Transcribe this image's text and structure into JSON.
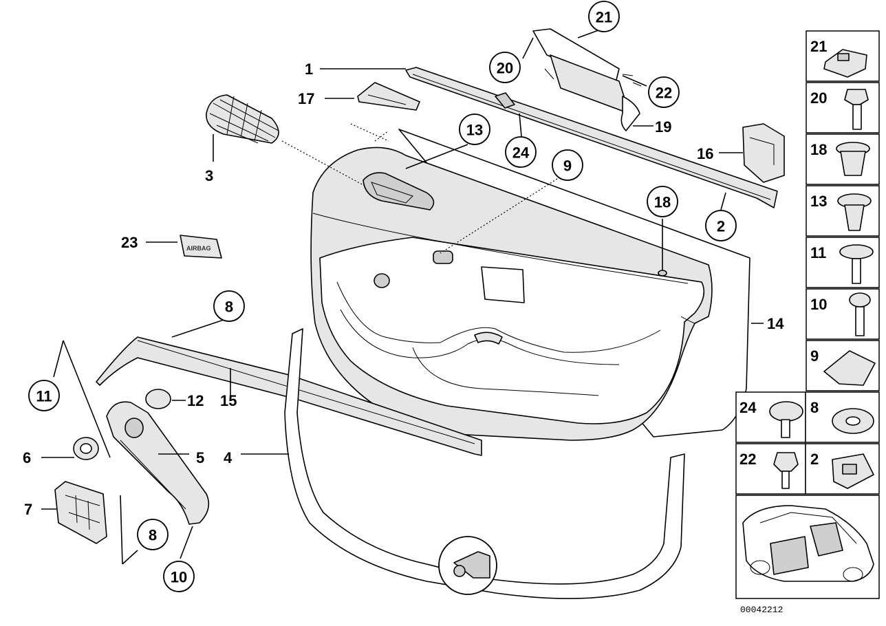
{
  "diagram_code": "00042212",
  "airbag_badge_text": "AIRBAG",
  "callouts_circled": [
    "21",
    "20",
    "22",
    "13",
    "24",
    "9",
    "18",
    "2",
    "8",
    "11",
    "8",
    "10"
  ],
  "callouts_plain": [
    "1",
    "17",
    "3",
    "19",
    "16",
    "23",
    "12",
    "15",
    "6",
    "5",
    "4",
    "7",
    "14"
  ],
  "legend": {
    "rows": [
      {
        "label": "21"
      },
      {
        "label": "20"
      },
      {
        "label": "18"
      },
      {
        "label": "13"
      },
      {
        "label": "11"
      },
      {
        "label": "10"
      },
      {
        "label": "9"
      }
    ],
    "pairs": [
      {
        "left": "24",
        "right": "8"
      },
      {
        "left": "22",
        "right": "2"
      }
    ]
  },
  "colors": {
    "line": "#000000",
    "fill_light": "#e6e6e6",
    "fill_mid": "#cfcfcf",
    "background": "#ffffff"
  }
}
